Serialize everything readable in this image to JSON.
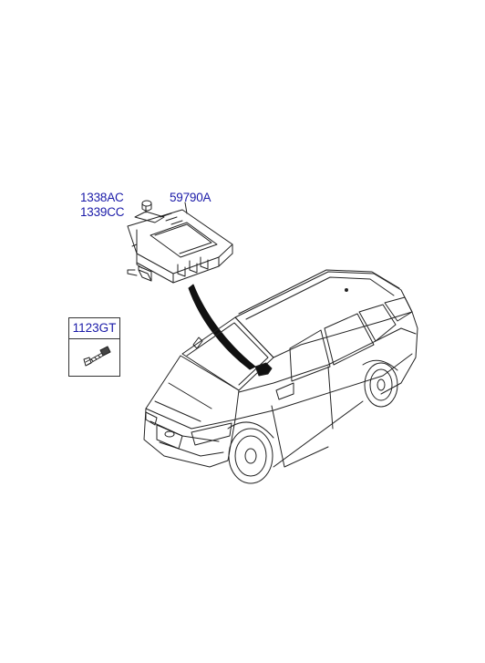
{
  "callouts": {
    "nut_a": "1338AC",
    "nut_b": "1339CC",
    "module": "59790A"
  },
  "legend": {
    "bolt_code": "1123GT"
  },
  "colors": {
    "callout_text": "#1a1aa8",
    "line_art": "#222222"
  }
}
